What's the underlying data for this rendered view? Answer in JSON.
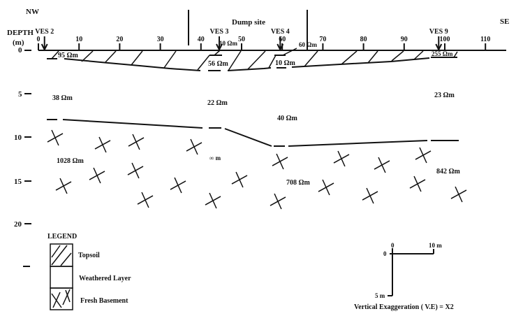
{
  "title": "Geoelectric section NW–SE across dump site",
  "direction": {
    "left": "NW",
    "right": "SE"
  },
  "dump_site_label": "Dump site",
  "depth_axis": {
    "title_line1": "DEPTH",
    "title_line2": "(m)",
    "ticks": [
      "0",
      "5",
      "10",
      "15",
      "20"
    ]
  },
  "distance_axis": {
    "ticks": [
      "0",
      "10",
      "20",
      "30",
      "40",
      "50",
      "60",
      "70",
      "80",
      "90",
      "100",
      "110"
    ]
  },
  "ves_stations": [
    {
      "label": "VES 2",
      "distance_m": 1.5
    },
    {
      "label": "VES 3",
      "distance_m": 44.5
    },
    {
      "label": "VES 4",
      "distance_m": 59.5
    },
    {
      "label": "VES 9",
      "distance_m": 98.5
    }
  ],
  "layers": {
    "topsoil": [
      {
        "station": "VES 2",
        "resistivity": "95 Ωm"
      },
      {
        "station": "VES 3",
        "resistivity": "10 Ωm",
        "resistivity_lower": "56 Ωm"
      },
      {
        "station": "VES 4",
        "resistivity": "60 Ωm",
        "resistivity_lower": "10 Ωm"
      },
      {
        "station": "VES 9",
        "resistivity": "255 Ωm"
      }
    ],
    "weathered": [
      {
        "station": "VES 2",
        "resistivity": "38 Ωm"
      },
      {
        "station": "VES 3",
        "resistivity": "22 Ωm"
      },
      {
        "station": "VES 4",
        "resistivity": "40 Ωm"
      },
      {
        "station": "VES 9",
        "resistivity": "23 Ωm"
      }
    ],
    "basement": [
      {
        "station": "VES 2",
        "resistivity": "1028 Ωm"
      },
      {
        "station": "VES 3",
        "resistivity": "∞ m"
      },
      {
        "station": "VES 4",
        "resistivity": "708 Ωm"
      },
      {
        "station": "VES 9",
        "resistivity": "842 Ωm"
      }
    ]
  },
  "legend": {
    "title": "LEGEND",
    "items": [
      {
        "key": "topsoil",
        "label": "Topsoil"
      },
      {
        "key": "weathered",
        "label": "Weathered Layer"
      },
      {
        "key": "basement",
        "label": "Fresh Basement"
      }
    ]
  },
  "scale_bar": {
    "h_origin": "0",
    "h_end": "10 m",
    "v_origin": "0",
    "v_end": "5 m"
  },
  "vertical_exaggeration": "Vertical Exaggeration ( V.E) = X2"
}
